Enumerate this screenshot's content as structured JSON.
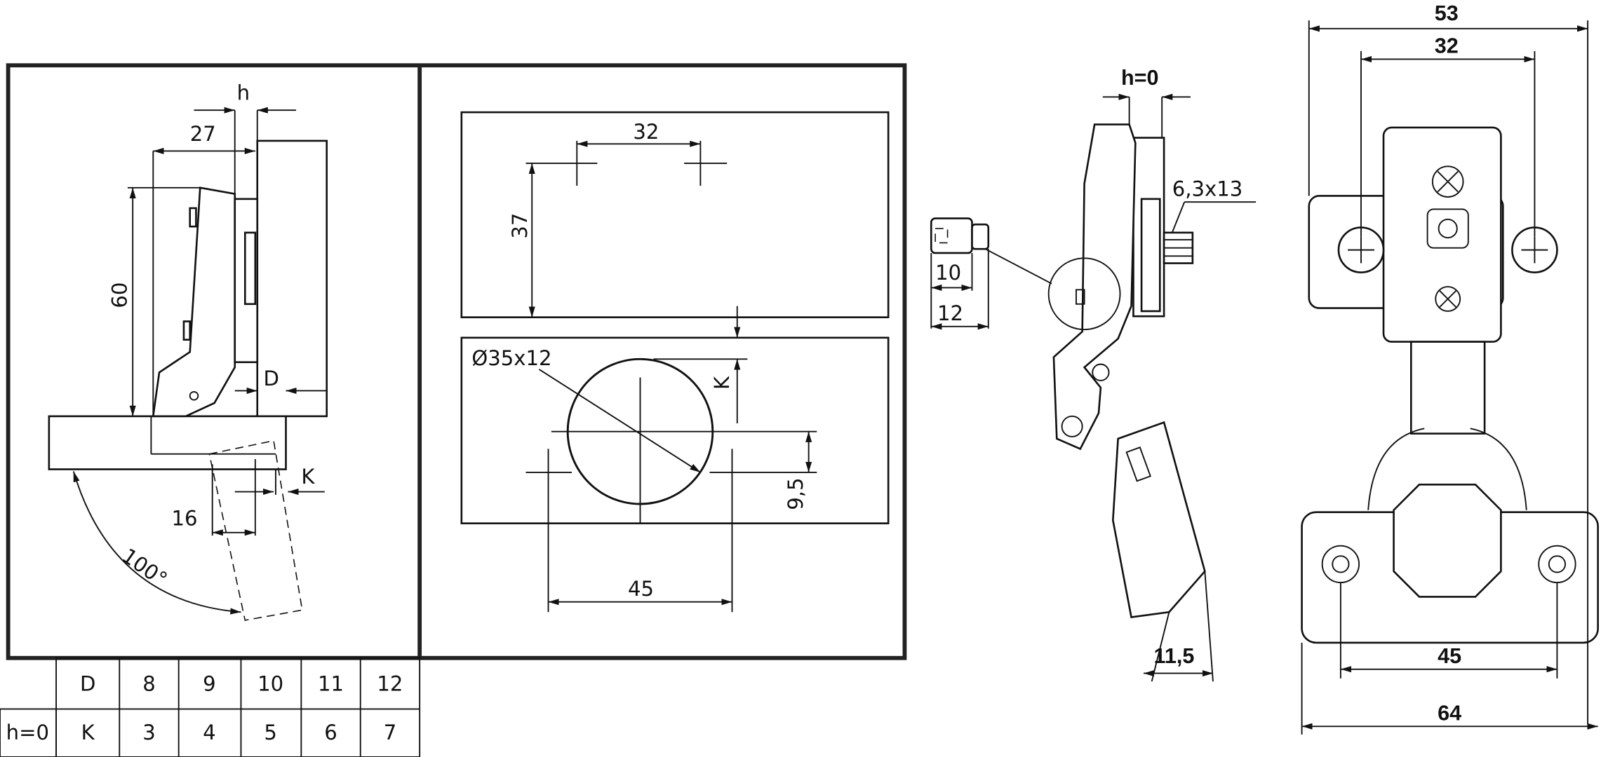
{
  "left_view": {
    "h_label": "h",
    "dim_27": "27",
    "dim_60": "60",
    "d_label": "D",
    "k_label": "K",
    "dim_16": "16",
    "angle": "100°"
  },
  "drilling_view": {
    "dim_32": "32",
    "dim_37": "37",
    "cup": "Ø35x12",
    "k_label": "K",
    "dim_9_5": "9,5",
    "dim_45": "45"
  },
  "side_view": {
    "h0": "h=0",
    "screw": "6,3x13",
    "dim_10": "10",
    "dim_12": "12",
    "dim_11_5": "11,5"
  },
  "front_view": {
    "dim_53": "53",
    "dim_32": "32",
    "dim_45": "45",
    "dim_64": "64"
  },
  "table": {
    "row1": [
      "D",
      "8",
      "9",
      "10",
      "11",
      "12"
    ],
    "row2_head": "h=0",
    "row2": [
      "K",
      "3",
      "4",
      "5",
      "6",
      "7"
    ]
  }
}
